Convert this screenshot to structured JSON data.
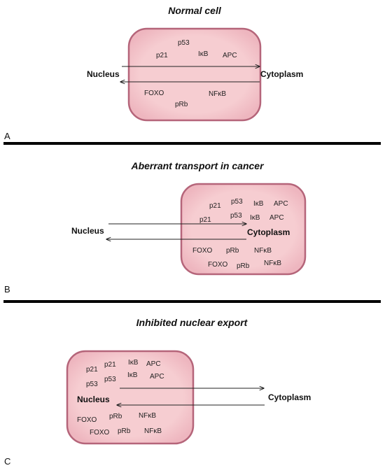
{
  "colors": {
    "cell_fill": "#f6cdd1",
    "cell_stroke": "#b5657a",
    "cell_edge": "#d99aa7",
    "divider": "#000000",
    "arrow": "#222222"
  },
  "panels": [
    {
      "letter": "A",
      "title": "Normal cell",
      "compartments": {
        "left": "Nucleus",
        "right": "Cytoplasm"
      },
      "proteins": [
        "p53",
        "p21",
        "IκB",
        "APC",
        "FOXO",
        "NFκB",
        "pRb"
      ]
    },
    {
      "letter": "B",
      "title": "Aberrant transport in cancer",
      "compartments": {
        "left": "Nucleus",
        "right": "Cytoplasm"
      },
      "proteins": [
        "p21",
        "p53",
        "IκB",
        "APC",
        "p21",
        "p53",
        "IκB",
        "APC",
        "FOXO",
        "pRb",
        "NFκB",
        "FOXO",
        "pRb",
        "NFκB"
      ]
    },
    {
      "letter": "C",
      "title": "Inhibited nuclear export",
      "compartments": {
        "left": "Nucleus",
        "right": "Cytoplasm"
      },
      "proteins": [
        "p21",
        "p21",
        "IκB",
        "APC",
        "p53",
        "p53",
        "IκB",
        "APC",
        "FOXO",
        "pRb",
        "NFκB",
        "FOXO",
        "pRb",
        "NFκB"
      ]
    }
  ]
}
